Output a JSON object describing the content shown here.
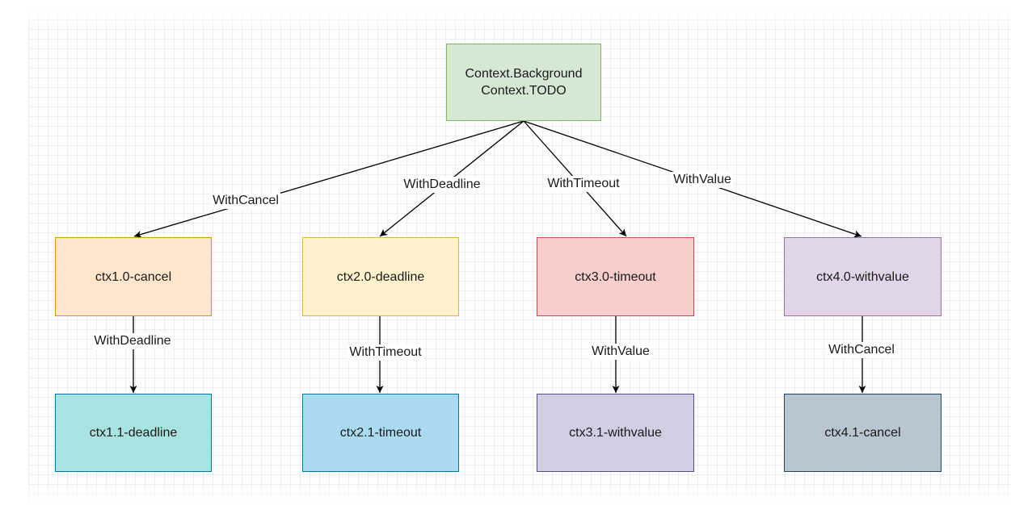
{
  "colors": {
    "root": {
      "fill": "#d5e8d4",
      "stroke": "#82b366"
    },
    "orange": {
      "fill": "#ffe6cc",
      "stroke": "#d79b00"
    },
    "yellow": {
      "fill": "#fff2cc",
      "stroke": "#d6b656"
    },
    "red": {
      "fill": "#f8cecc",
      "stroke": "#b85450"
    },
    "purple": {
      "fill": "#e1d5e7",
      "stroke": "#9673a6"
    },
    "teal": {
      "fill": "#a8e3e0",
      "stroke": "#10739e"
    },
    "blue": {
      "fill": "#a9daf0",
      "stroke": "#10739e"
    },
    "lavender": {
      "fill": "#d0cee2",
      "stroke": "#56517e"
    },
    "slate": {
      "fill": "#b8c6d0",
      "stroke": "#23445d"
    }
  },
  "nodes": {
    "root": {
      "line1": "Context.Background",
      "line2": "Context.TODO"
    },
    "ctx1_0": {
      "label": "ctx1.0-cancel"
    },
    "ctx2_0": {
      "label": "ctx2.0-deadline"
    },
    "ctx3_0": {
      "label": "ctx3.0-timeout"
    },
    "ctx4_0": {
      "label": "ctx4.0-withvalue"
    },
    "ctx1_1": {
      "label": "ctx1.1-deadline"
    },
    "ctx2_1": {
      "label": "ctx2.1-timeout"
    },
    "ctx3_1": {
      "label": "ctx3.1-withvalue"
    },
    "ctx4_1": {
      "label": "ctx4.1-cancel"
    }
  },
  "edges": {
    "root_ctx1": "WithCancel",
    "root_ctx2": "WithDeadline",
    "root_ctx3": "WithTimeout",
    "root_ctx4": "WithValue",
    "ctx1": "WithDeadline",
    "ctx2": "WithTimeout",
    "ctx3": "WithValue",
    "ctx4": "WithCancel"
  }
}
